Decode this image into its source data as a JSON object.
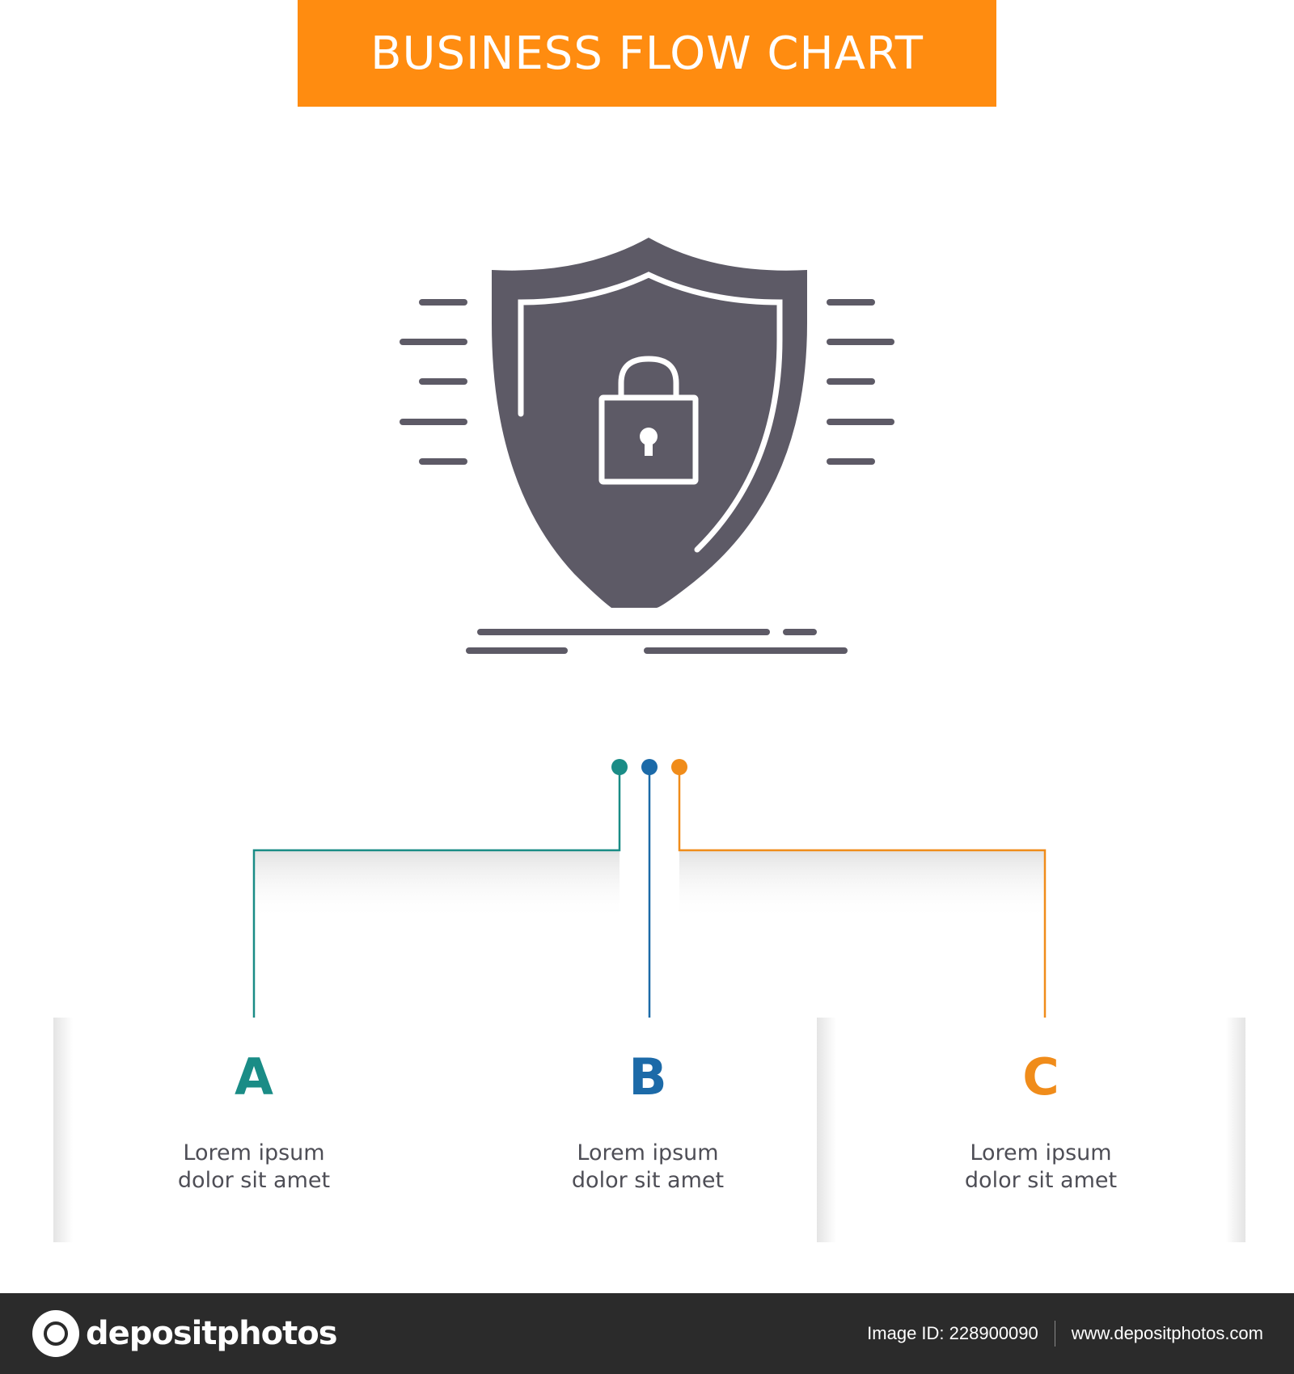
{
  "title": "BUSINESS FLOW CHART",
  "colors": {
    "title_bar": "#ff8c10",
    "icon": "#5d5a66",
    "branch_a": "#1a8c86",
    "branch_b": "#1c6aa8",
    "branch_c": "#f08c1a",
    "footer": "#2b2b2b"
  },
  "icon": "shield-lock-icon",
  "steps": [
    {
      "letter": "A",
      "text_line1": "Lorem ipsum",
      "text_line2": "dolor sit amet"
    },
    {
      "letter": "B",
      "text_line1": "Lorem ipsum",
      "text_line2": "dolor sit amet"
    },
    {
      "letter": "C",
      "text_line1": "Lorem ipsum",
      "text_line2": "dolor sit amet"
    }
  ],
  "footer": {
    "brand": "depositphotos",
    "image_id": "Image ID: 228900090",
    "url": "www.depositphotos.com"
  }
}
